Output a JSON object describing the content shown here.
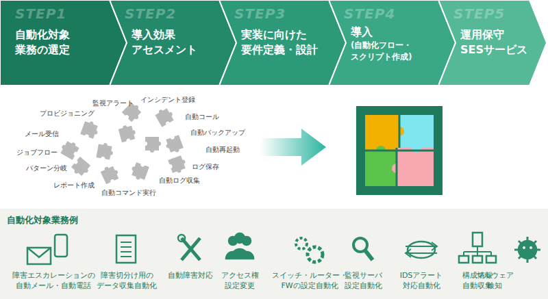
{
  "diagram": {
    "nodes": [
      {
        "text": [
          "STEP1",
          "自動化対象 業務の選定"
        ]
      },
      {
        "text": [
          "STEP2",
          "導入効果 アセスメント"
        ]
      },
      {
        "text": [
          "STEP3",
          "実装に向けた 要件定義・設計"
        ]
      },
      {
        "text": [
          "STEP4",
          "導入",
          "(自動化フロー・ スクリプト作成)"
        ]
      },
      {
        "text": [
          "STEP5",
          "運用保守 SESサービス"
        ]
      },
      {
        "text": [
          "自動化対象業務例"
        ]
      }
    ],
    "labels": [
      "監視アラート",
      "インシデント登録",
      "プロビジョニング",
      "自動コール",
      "メール受信",
      "自動バックアップ",
      "ジョブフロー",
      "自動再起動",
      "パターン分岐",
      "ログ保存",
      "レポート作成",
      "自動ログ収集",
      "自動コマンド実行",
      "障害エスカレーションの 自動メール・自動電話",
      "障害切分け用の データ収集自動化",
      "自動障害対応",
      "アクセス権 設定変更",
      "スイッチ・ルーター・ FWの設定自動化",
      "監視サーバ 設定自動化",
      "IDSアラート 対応自動化",
      "構成情報 自動収集",
      "マルウェア 検知"
    ]
  }
}
